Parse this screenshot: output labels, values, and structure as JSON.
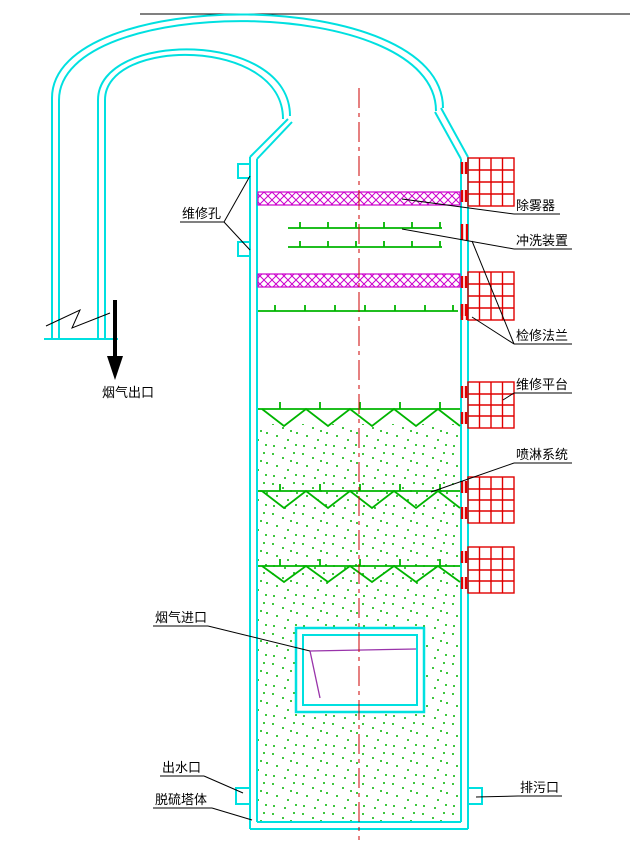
{
  "diagram": {
    "kind": "engineering-drawing",
    "labels": {
      "access_hole": "维修孔",
      "demister": "除雾器",
      "flushing_device": "冲洗装置",
      "service_flange": "检修法兰",
      "service_platform": "维修平台",
      "spray_system": "喷淋系统",
      "flue_gas_outlet": "烟气出口",
      "flue_gas_inlet": "烟气进口",
      "water_outlet": "出水口",
      "tower_body": "脱硫塔体",
      "drain_outlet": "排污口"
    },
    "colors": {
      "outline": "#00e0e0",
      "demister_hatch": "#cc00cc",
      "spray_green": "#00b400",
      "platform_red": "#e00000",
      "centerline_red": "#cc0000",
      "leader_black": "#000000",
      "inlet_leader_purple": "#9933aa"
    }
  }
}
